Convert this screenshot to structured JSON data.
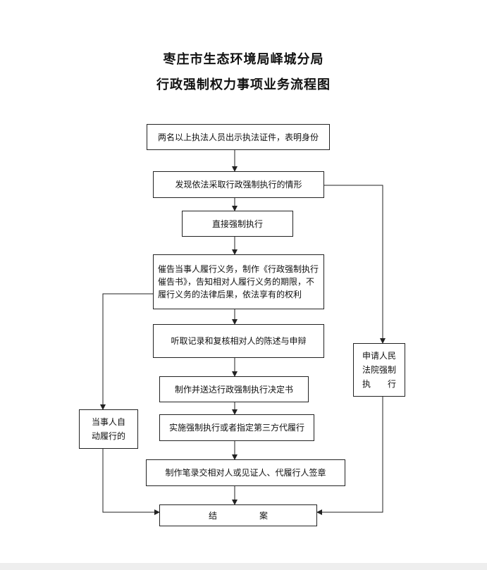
{
  "header": {
    "line1": "枣庄市生态环境局峄城分局",
    "line2": "行政强制权力事项业务流程图"
  },
  "steps": {
    "s1": "两名以上执法人员出示执法证件，表明身份",
    "s2": "发现依法采取行政强制执行的情形",
    "s3": "直接强制执行",
    "s4": "催告当事人履行义务，制作《行政强制执行催告书》，告知相对人履行义务的期限，不履行义务的法律后果，依法享有的权利",
    "s5": "听取记录和复核相对人的陈述与申辩",
    "s6": "制作并送达行政强制执行决定书",
    "s7": "实施强制执行或者指定第三方代履行",
    "s8": "制作笔录交相对人或见证人、代履行人签章",
    "end": "结　　　　　案"
  },
  "side": {
    "court": [
      "申请人民",
      "法院强制",
      "执　　行"
    ],
    "self": [
      "当事人自",
      "动履行的"
    ]
  }
}
